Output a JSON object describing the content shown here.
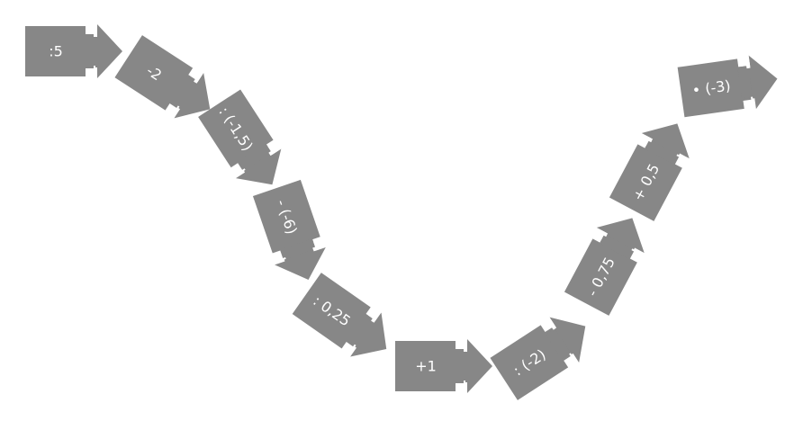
{
  "diagram": {
    "shape_color": "#878787",
    "text_color": "#ffffff",
    "operations": [
      ":5",
      "-2",
      ": (-1,5)",
      "- (-6)",
      ": 0,25",
      "+1",
      ": (-2)",
      "- 0,75",
      "+ 0,5",
      "• (-3)"
    ]
  }
}
